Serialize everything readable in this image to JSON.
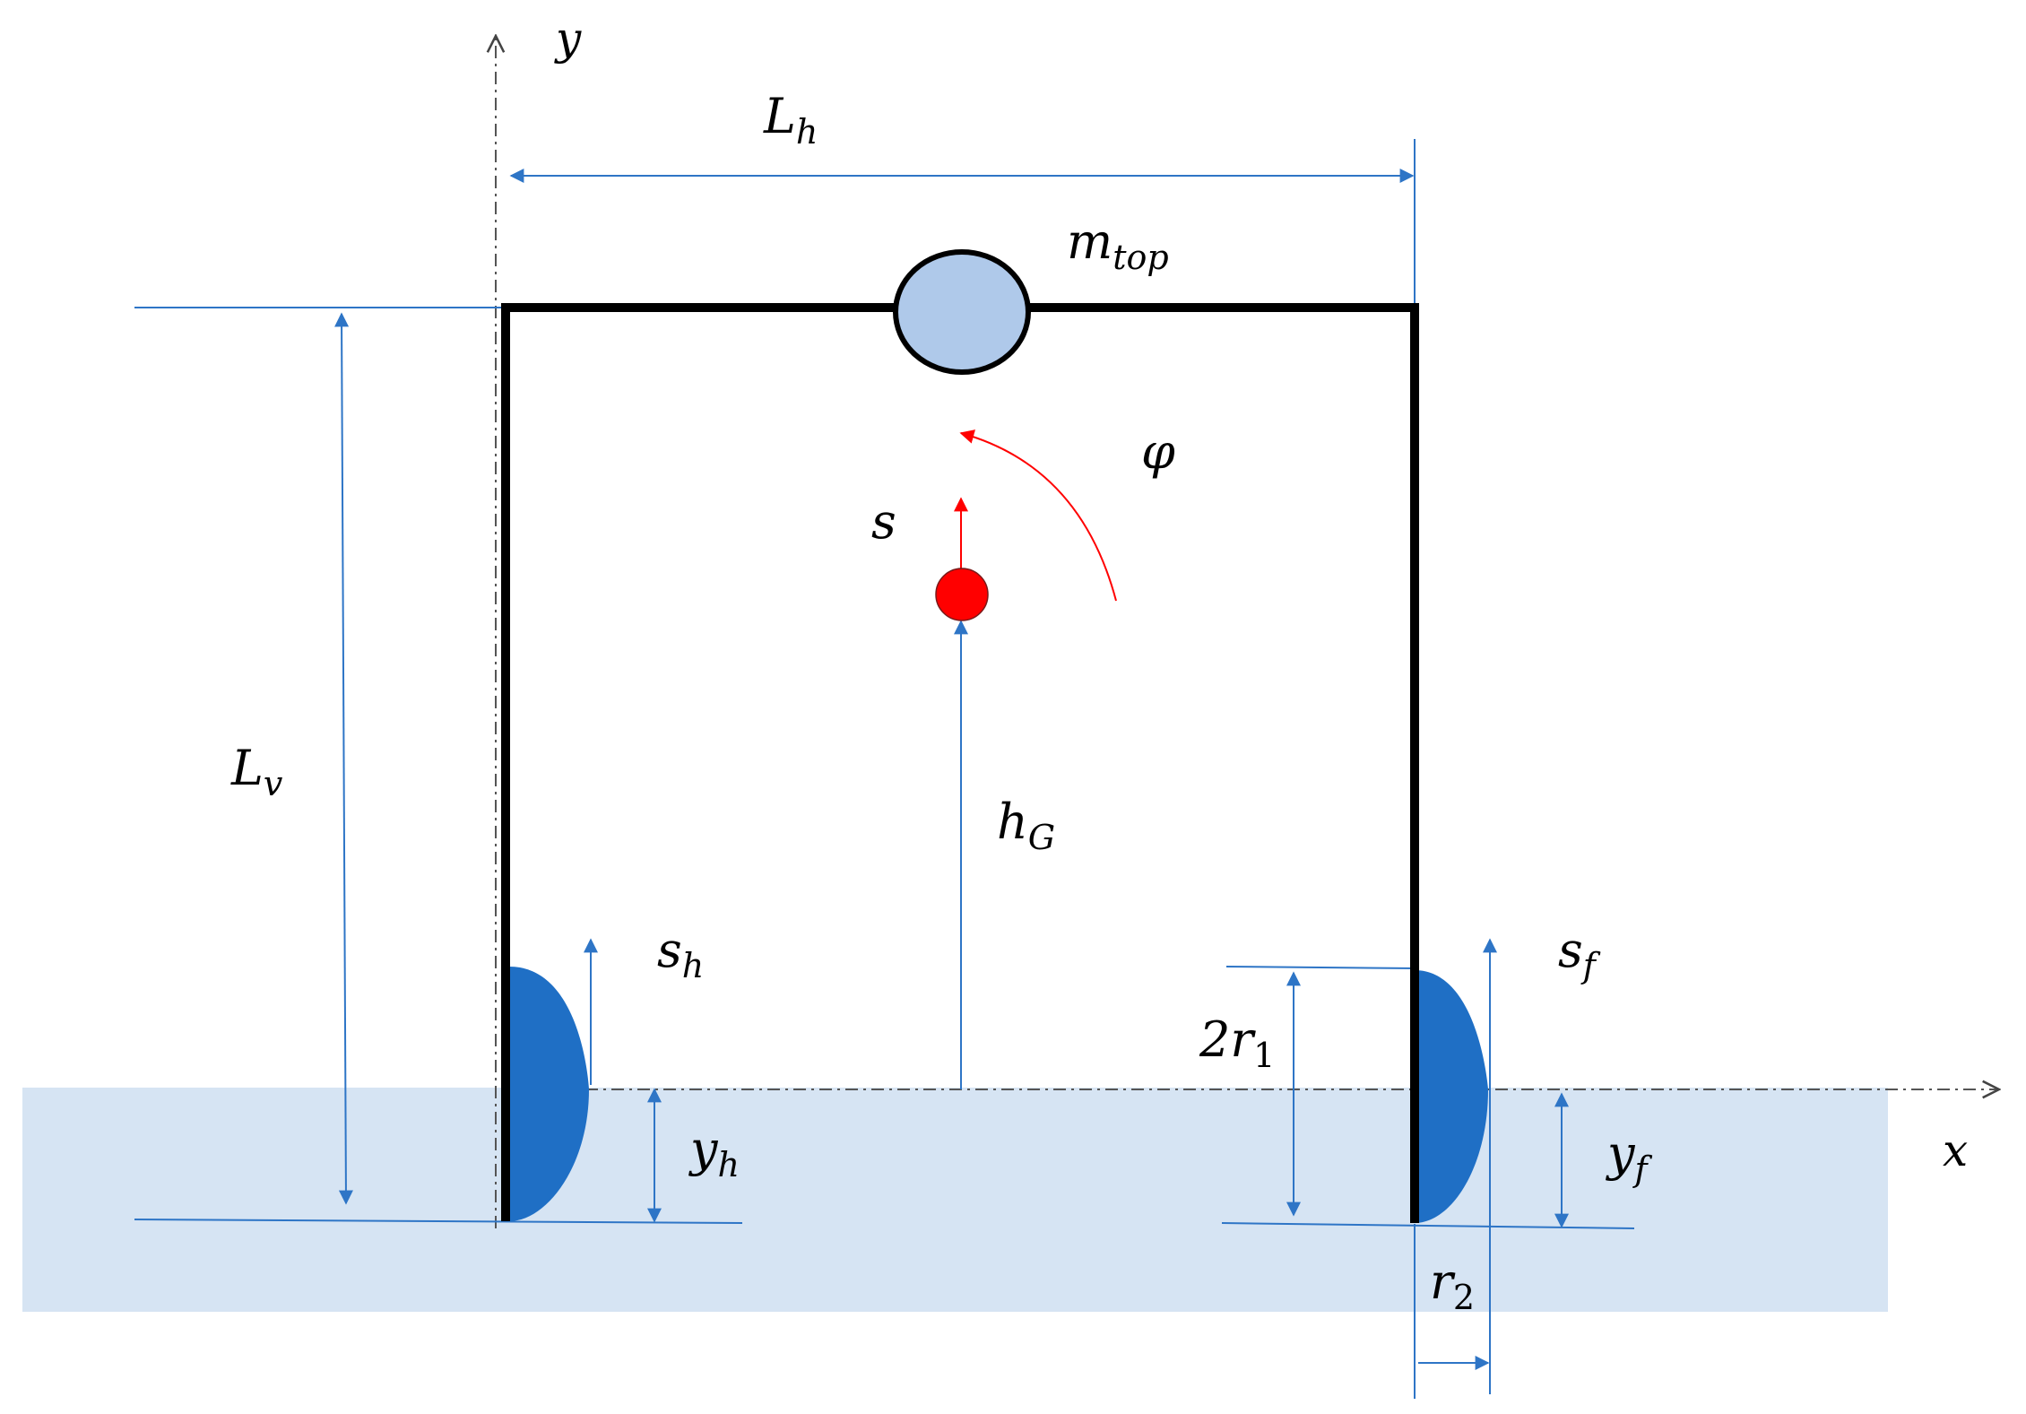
{
  "labels": {
    "y_axis": "y",
    "x_axis": "x",
    "Lh_main": "L",
    "Lh_sub": "h",
    "Lv_main": "L",
    "Lv_sub": "v",
    "mtop_main": "m",
    "mtop_sub": "top",
    "phi": "φ",
    "s": "s",
    "hG_main": "h",
    "hG_sub": "G",
    "sh_main": "s",
    "sh_sub": "h",
    "sf_main": "s",
    "sf_sub": "f",
    "r1_pre": "2r",
    "r1_sub": "1",
    "yh_main": "y",
    "yh_sub": "h",
    "yf_main": "y",
    "yf_sub": "f",
    "r2_main": "r",
    "r2_sub": "2"
  },
  "colors": {
    "frame": "#000000",
    "dimension": "#2E75C6",
    "ground": "#D6E4F3",
    "pad": "#1F6FC5",
    "mass": "#AFC9EA",
    "cog": "#FF0000",
    "rotation": "#FF0000"
  }
}
